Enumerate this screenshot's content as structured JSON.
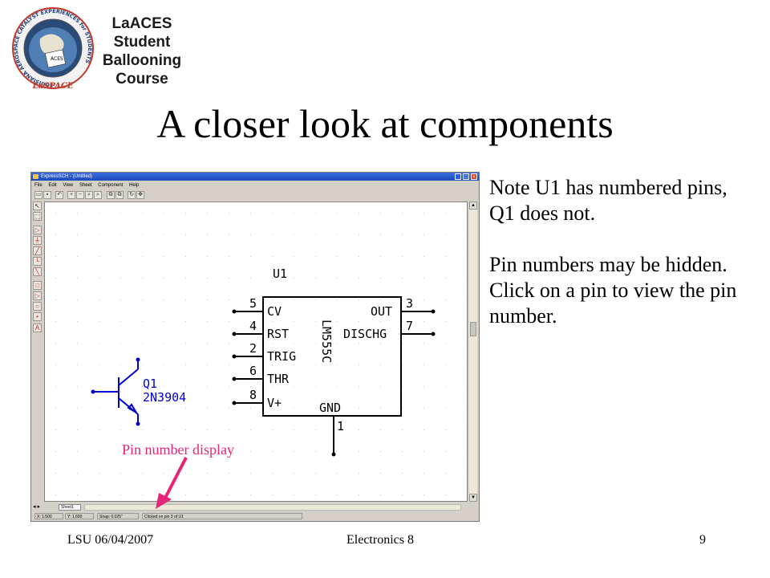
{
  "logo": {
    "ring_text": "LOUISIANA AEROSPACE CATALYST EXPERIENCES for STUDENTS",
    "mark": "LaSPACE",
    "lines": [
      "LaACES",
      "Student",
      "Ballooning",
      "Course"
    ]
  },
  "slide": {
    "title": "A closer look at components",
    "notes": [
      "Note U1 has numbered pins, Q1 does not.",
      "Pin numbers may be hidden. Click on a pin to view the pin number."
    ],
    "annotation": "Pin number display",
    "annotation_color": "#e8237a"
  },
  "footer": {
    "left": "LSU 06/04/2007",
    "center": "Electronics 8",
    "right": "9"
  },
  "window": {
    "title": "ExpressSCH - (Untitled)",
    "menus": [
      "File",
      "Edit",
      "View",
      "Sheet",
      "Component",
      "Help"
    ],
    "sheet_tab": "Sheet1",
    "status": {
      "x": "X: 1.500",
      "y": "Y: 1.600",
      "snap": "Snap: 0.025\"",
      "message": "Clicked on pin 3 of U1"
    }
  },
  "schematic": {
    "u1": {
      "ref": "U1",
      "part": "LM555C",
      "left_pins": [
        {
          "num": "5",
          "name": "CV"
        },
        {
          "num": "4",
          "name": "RST"
        },
        {
          "num": "2",
          "name": "TRIG"
        },
        {
          "num": "6",
          "name": "THR"
        },
        {
          "num": "8",
          "name": "V+"
        }
      ],
      "right_pins": [
        {
          "num": "3",
          "name": "OUT"
        },
        {
          "num": "7",
          "name": "DISCHG"
        }
      ],
      "bottom_pin": {
        "num": "1",
        "name": "GND"
      }
    },
    "q1": {
      "ref": "Q1",
      "part": "2N3904"
    },
    "ink_color": "#0000cc"
  }
}
